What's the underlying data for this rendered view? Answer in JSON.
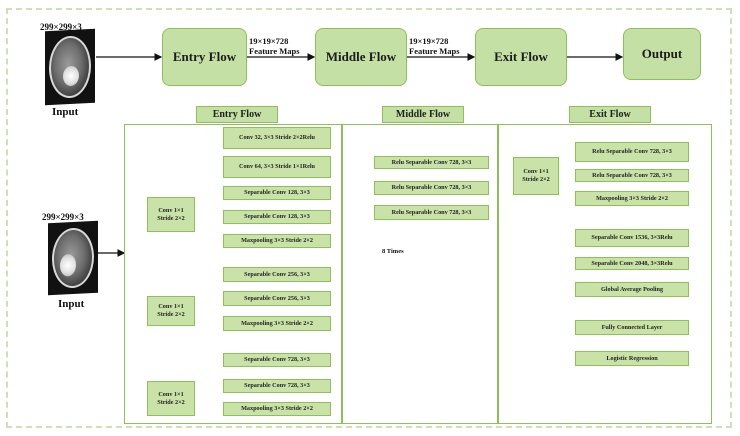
{
  "top_row": {
    "input_size": "299×299×3",
    "input_label": "Input",
    "entry_flow": "Entry Flow",
    "middle_flow": "Middle Flow",
    "exit_flow": "Exit Flow",
    "output": "Output",
    "feature_maps_1_line1": "19×19×728",
    "feature_maps_1_line2": "Feature Maps",
    "feature_maps_2_line1": "19×19×728",
    "feature_maps_2_line2": "Feature Maps"
  },
  "side_input": {
    "input_size": "299×299×3",
    "input_label": "Input"
  },
  "entry_flow": {
    "header": "Entry Flow",
    "blocks": [
      "Conv 32, 3×3 Stride 2×2Relu",
      "Conv 64, 3×3 Stride 1×1Relu",
      "Separable Conv 128, 3×3",
      "Separable Conv 128, 3×3",
      "Maxpooling 3×3 Stride 2×2",
      "Separable Conv 256, 3×3",
      "Separable Conv 256, 3×3",
      "Maxpooling 3×3 Stride 2×2",
      "Separable Conv 728, 3×3",
      "Separable Conv 728, 3×3",
      "Maxpooling 3×3 Stride 2×2"
    ],
    "shortcuts": [
      "Conv 1×1 Stride 2×2",
      "Conv 1×1 Stride 2×2",
      "Conv 1×1 Stride 2×2"
    ]
  },
  "middle_flow": {
    "header": "Middle Flow",
    "blocks": [
      "Relu Separable Conv 728, 3×3",
      "Relu Separable Conv 728, 3×3",
      "Relu Separable Conv 728, 3×3"
    ],
    "repeat_label": "8 Times"
  },
  "exit_flow": {
    "header": "Exit Flow",
    "shortcut": "Conv 1×1 Stride 2×2",
    "blocks": [
      "Relu Separable Conv 728, 3×3",
      "Relu Separable Conv 728, 3×3",
      "Maxpooling 3×3 Stride 2×2",
      "Separable Conv 1536, 3×3Relu",
      "Separable Conv 2048, 3×3Relu",
      "Global Average Pooling",
      "Fully Connected Layer",
      "Logistic Regression"
    ]
  },
  "colors": {
    "box_fill": "#c8e2a8",
    "box_border": "#8fbf5a",
    "arrow": "#111111",
    "green_line": "#8fbf5a"
  }
}
